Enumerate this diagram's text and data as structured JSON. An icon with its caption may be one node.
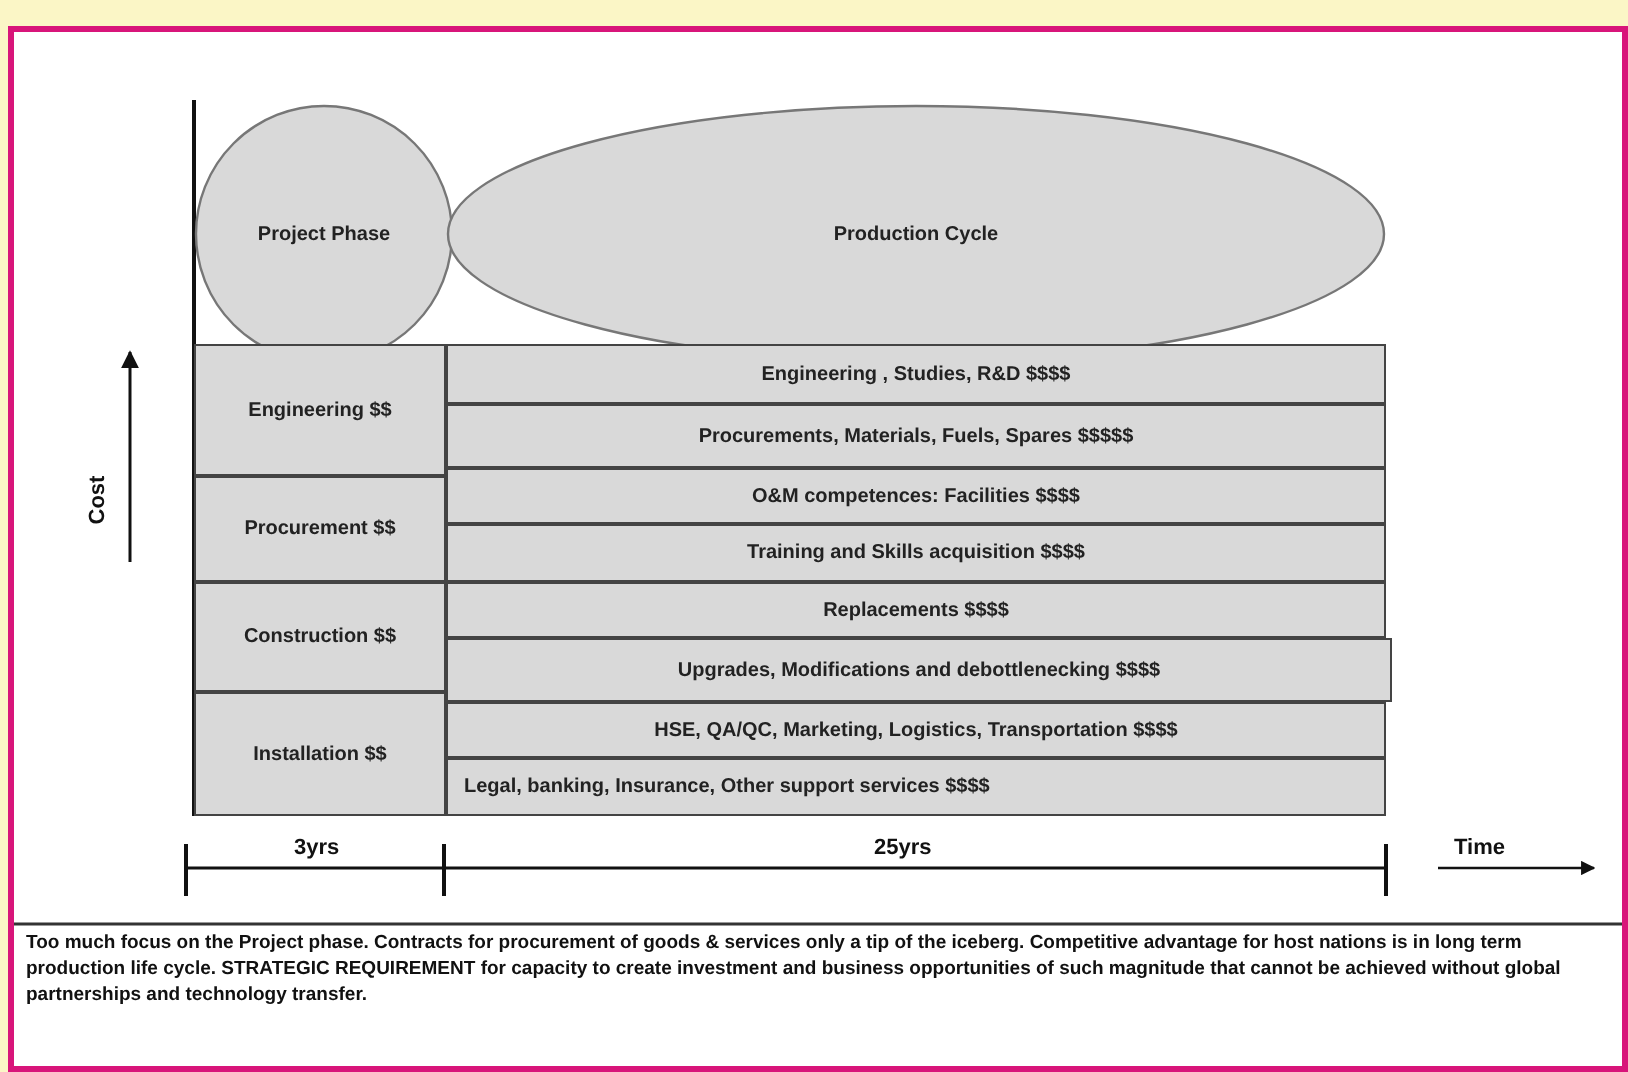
{
  "diagram": {
    "caption": "Too much focus on the Project phase. Contracts for procurement of goods & services only a tip of the iceberg. Competitive advantage for host nations is in long term production life cycle. STRATEGIC REQUIREMENT for capacity to create investment and business opportunities of such magnitude that cannot be achieved without global partnerships and technology transfer.",
    "nodes": [
      {
        "text": [
          "Project Phase"
        ]
      },
      {
        "text": [
          "Production Cycle"
        ]
      },
      {
        "text": [
          "Engineering $$"
        ]
      },
      {
        "text": [
          "Procurement $$"
        ]
      },
      {
        "text": [
          "Construction $$"
        ]
      },
      {
        "text": [
          "Installation $$"
        ]
      },
      {
        "text": [
          "Engineering , Studies, R&D $$$$"
        ]
      },
      {
        "text": [
          "Procurements, Materials, Fuels, Spares $$$$$"
        ]
      },
      {
        "text": [
          "O&M competences: Facilities $$$$"
        ]
      },
      {
        "text": [
          "Training and Skills acquisition $$$$"
        ]
      },
      {
        "text": [
          "Replacements $$$$"
        ]
      },
      {
        "text": [
          "Upgrades, Modifications and debottlenecking $$$$"
        ]
      },
      {
        "text": [
          "HSE, QA/QC, Marketing, Logistics, Transportation $$$$"
        ]
      },
      {
        "text": [
          "Legal, banking, Insurance, Other support services $$$$"
        ]
      }
    ],
    "edges": [],
    "labels": [
      "Cost",
      "3yrs",
      "25yrs",
      "Time"
    ]
  }
}
